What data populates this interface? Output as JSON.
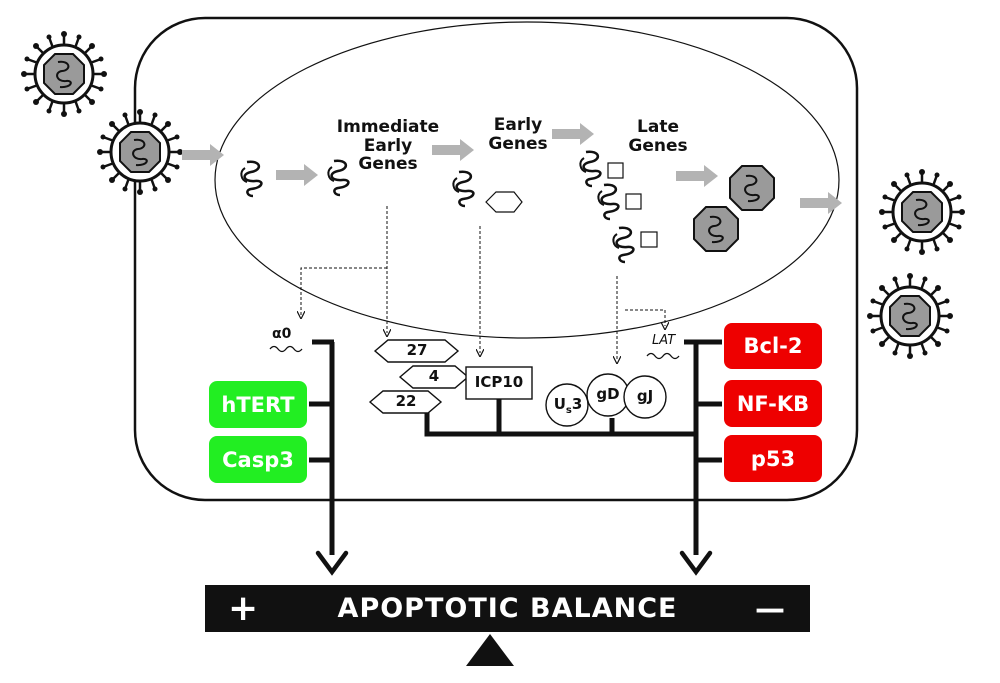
{
  "labels": {
    "immediate_early": [
      "Immediate",
      "Early",
      "Genes"
    ],
    "early": [
      "Early",
      "Genes"
    ],
    "late": [
      "Late",
      "Genes"
    ],
    "alpha0": "α0",
    "lat": "LAT",
    "icp10": "ICP10",
    "us3_main": "U",
    "us3_sub": "s",
    "us3_num": "3",
    "gd": "gD",
    "gj": "gJ",
    "ie_27": "27",
    "ie_4": "4",
    "ie_22": "22"
  },
  "left_boxes": [
    {
      "label": "hTERT",
      "color": "#22ee22"
    },
    {
      "label": "Casp3",
      "color": "#22ee22"
    }
  ],
  "right_boxes": [
    {
      "label": "Bcl-2",
      "color": "#ee0000"
    },
    {
      "label": "NF-KB",
      "color": "#ee0000"
    },
    {
      "label": "p53",
      "color": "#ee0000"
    }
  ],
  "balance": {
    "title": "APOPTOTIC BALANCE",
    "plus": "+",
    "minus": "—"
  }
}
